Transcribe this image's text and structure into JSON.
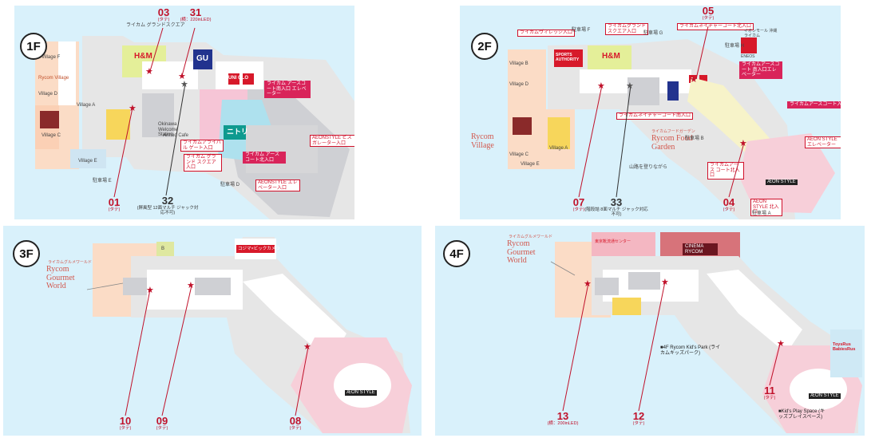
{
  "colors": {
    "water": "#d9f1fb",
    "marker": "#c0112a",
    "corridor": "#ffffff",
    "aeon": "#f7cfd9"
  },
  "floors": [
    {
      "label": "1F",
      "markers": [
        {
          "number": "03",
          "note": "(タテ)"
        },
        {
          "number": "31",
          "note": "(横：220inLED)"
        },
        {
          "number": "01",
          "note": "(タテ)"
        },
        {
          "number": "32",
          "note": "(屏風型 12面マルチ ジャック対応不可)"
        }
      ],
      "labels": {
        "grand_square": "ライカム グランドスクエア",
        "village_f": "Village F",
        "rycom_village": "Rycom Village",
        "village_d": "Village D",
        "village_a": "Village A",
        "village_c": "Village C",
        "village_e": "Village E",
        "hm": "H&M",
        "gu": "GU",
        "uniqlo": "UNI QLO",
        "nitori": "ニトリ",
        "earth_court_ev": "ライカム アースコート南入口 エレベーター",
        "arrival_gate": "ライカムアライバル ゲート入口",
        "grand_square_entrance": "ライカム グランド スクエア入口",
        "earth_court_north": "ライカム アースコート北入口",
        "aeon_style_ev": "AEONSTYLE エレベーター入口",
        "aeon_style_ev2": "AEONSTYLE ビスガレーター入口",
        "parking_e": "駐車場 E",
        "parking_d": "駐車場 D",
        "welcome": "Okinawa Welcome Station",
        "armed_cafe": "Armed Cafe"
      }
    },
    {
      "label": "2F",
      "markers": [
        {
          "number": "05",
          "note": "(タテ)"
        },
        {
          "number": "07",
          "note": "(タテ)"
        },
        {
          "number": "33",
          "note": "(階段詰 8面マルチ ジャック対応不可)"
        },
        {
          "number": "04",
          "note": "(タテ)"
        }
      ],
      "labels": {
        "village_entrance": "ライカムヴィレッジ入口",
        "grand_square_entrance": "ライカムグランド スクエア入口",
        "nature_court_n": "ライカムネイチャーコート北入口",
        "parking_f": "駐車場 F",
        "parking_g": "駐車場 G",
        "sports": "SPORTS AUTHORITY",
        "hm": "H&M",
        "rycom_village": "Rycom Village",
        "village_b": "Village B",
        "village_d": "Village D",
        "village_a": "Village A",
        "village_c": "Village C",
        "village_e": "Village E",
        "eneos": "ENEOS",
        "aeon_mall": "イオンモール 沖縄ライカム",
        "parking_h": "駐車場 H",
        "earth_court_s": "ライカムアースコート 南入口エレベーター",
        "earth_court_entrance": "ライカムアースコート入口",
        "nature_court_s": "ライカムネイチャーコート南入口",
        "food_garden_small": "ライカムフードガーデン",
        "food_garden": "Rycom Food Garden",
        "parking_b": "駐車場 B",
        "climbing": "山路を登りながら",
        "earth_court_n": "ライカムアース コート北入口",
        "aeon_style": "ÆON STYLE",
        "aeon_style_entrance": "AEON STYLE 北入口",
        "parking_a": "駐車場 A",
        "aeon_style_ev": "AEON STYLE エレベーター"
      }
    },
    {
      "label": "3F",
      "markers": [
        {
          "number": "10",
          "note": "(タテ)"
        },
        {
          "number": "09",
          "note": "(タテ)"
        },
        {
          "number": "08",
          "note": "(タテ)"
        }
      ],
      "labels": {
        "gourmet_small": "ライカムグルメワールド",
        "gourmet": "Rycom Gourmet World",
        "kojima": "コジマ×ビックカメラ",
        "aeon_style": "ÆON STYLE",
        "b": "B"
      }
    },
    {
      "label": "4F",
      "markers": [
        {
          "number": "13",
          "note": "(横：200inLED)"
        },
        {
          "number": "12",
          "note": "(タテ)"
        },
        {
          "number": "11",
          "note": "(タテ)"
        }
      ],
      "labels": {
        "gourmet_small": "ライカムグルメワールド",
        "gourmet": "Rycom Gourmet World",
        "cinema": "CINEMA RYCOM",
        "toho": "東京靴流通センター",
        "kids_park": "■4F Rycom Kid's Park (ライカムキッズパーク)",
        "play_space": "■Kid's Play Space (キッズプレイスペース)",
        "aeon_style": "ÆON STYLE",
        "toysrus": "ToysRus BabiesRus"
      }
    }
  ]
}
